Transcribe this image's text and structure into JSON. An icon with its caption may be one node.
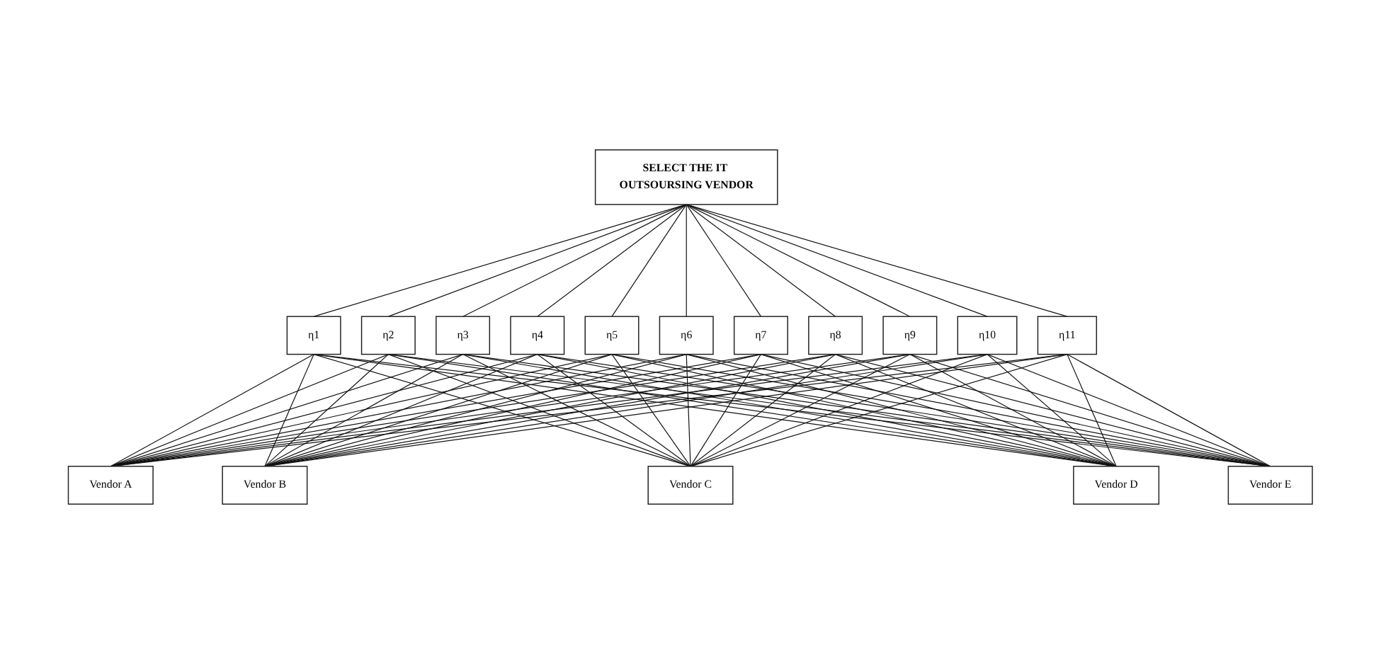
{
  "diagram": {
    "nodes": [
      {
        "text": [
          "SELECT THE IT OUTSOURSING VENDOR"
        ]
      },
      {
        "text": [
          "η1"
        ]
      },
      {
        "text": [
          "η2"
        ]
      },
      {
        "text": [
          "η3"
        ]
      },
      {
        "text": [
          "η4"
        ]
      },
      {
        "text": [
          "η5"
        ]
      },
      {
        "text": [
          "η6"
        ]
      },
      {
        "text": [
          "η7"
        ]
      },
      {
        "text": [
          "η8"
        ]
      },
      {
        "text": [
          "η9"
        ]
      },
      {
        "text": [
          "η10"
        ]
      },
      {
        "text": [
          "η11"
        ]
      },
      {
        "text": [
          "Vendor A"
        ]
      },
      {
        "text": [
          "Vendor B"
        ]
      },
      {
        "text": [
          "Vendor C"
        ]
      },
      {
        "text": [
          "Vendor D"
        ]
      },
      {
        "text": [
          "Vendor E"
        ]
      }
    ],
    "edges": [
      {
        "from": 0,
        "to": 1,
        "arrow": "none"
      },
      {
        "from": 0,
        "to": 2,
        "arrow": "none"
      },
      {
        "from": 0,
        "to": 3,
        "arrow": "none"
      },
      {
        "from": 0,
        "to": 4,
        "arrow": "none"
      },
      {
        "from": 0,
        "to": 5,
        "arrow": "none"
      },
      {
        "from": 0,
        "to": 6,
        "arrow": "none"
      },
      {
        "from": 0,
        "to": 7,
        "arrow": "none"
      },
      {
        "from": 0,
        "to": 8,
        "arrow": "none"
      },
      {
        "from": 0,
        "to": 9,
        "arrow": "none"
      },
      {
        "from": 0,
        "to": 10,
        "arrow": "none"
      },
      {
        "from": 0,
        "to": 11,
        "arrow": "none"
      },
      {
        "from": 1,
        "to": 12,
        "arrow": "none"
      },
      {
        "from": 1,
        "to": 13,
        "arrow": "none"
      },
      {
        "from": 1,
        "to": 14,
        "arrow": "none"
      },
      {
        "from": 1,
        "to": 15,
        "arrow": "none"
      },
      {
        "from": 1,
        "to": 16,
        "arrow": "none"
      },
      {
        "from": 2,
        "to": 12,
        "arrow": "none"
      },
      {
        "from": 2,
        "to": 13,
        "arrow": "none"
      },
      {
        "from": 2,
        "to": 14,
        "arrow": "none"
      },
      {
        "from": 2,
        "to": 15,
        "arrow": "none"
      },
      {
        "from": 2,
        "to": 16,
        "arrow": "none"
      },
      {
        "from": 3,
        "to": 12,
        "arrow": "none"
      },
      {
        "from": 3,
        "to": 13,
        "arrow": "none"
      },
      {
        "from": 3,
        "to": 14,
        "arrow": "none"
      },
      {
        "from": 3,
        "to": 15,
        "arrow": "none"
      },
      {
        "from": 3,
        "to": 16,
        "arrow": "none"
      },
      {
        "from": 4,
        "to": 12,
        "arrow": "none"
      },
      {
        "from": 4,
        "to": 13,
        "arrow": "none"
      },
      {
        "from": 4,
        "to": 14,
        "arrow": "none"
      },
      {
        "from": 4,
        "to": 15,
        "arrow": "none"
      },
      {
        "from": 4,
        "to": 16,
        "arrow": "none"
      },
      {
        "from": 5,
        "to": 12,
        "arrow": "none"
      },
      {
        "from": 5,
        "to": 13,
        "arrow": "none"
      },
      {
        "from": 5,
        "to": 14,
        "arrow": "none"
      },
      {
        "from": 5,
        "to": 15,
        "arrow": "none"
      },
      {
        "from": 5,
        "to": 16,
        "arrow": "none"
      },
      {
        "from": 6,
        "to": 12,
        "arrow": "none"
      },
      {
        "from": 6,
        "to": 13,
        "arrow": "none"
      },
      {
        "from": 6,
        "to": 14,
        "arrow": "none"
      },
      {
        "from": 6,
        "to": 15,
        "arrow": "none"
      },
      {
        "from": 6,
        "to": 16,
        "arrow": "none"
      },
      {
        "from": 7,
        "to": 12,
        "arrow": "none"
      },
      {
        "from": 7,
        "to": 13,
        "arrow": "none"
      },
      {
        "from": 7,
        "to": 14,
        "arrow": "none"
      },
      {
        "from": 7,
        "to": 15,
        "arrow": "none"
      },
      {
        "from": 7,
        "to": 16,
        "arrow": "none"
      },
      {
        "from": 8,
        "to": 12,
        "arrow": "none"
      },
      {
        "from": 8,
        "to": 13,
        "arrow": "none"
      },
      {
        "from": 8,
        "to": 14,
        "arrow": "none"
      },
      {
        "from": 8,
        "to": 15,
        "arrow": "none"
      },
      {
        "from": 8,
        "to": 16,
        "arrow": "none"
      },
      {
        "from": 9,
        "to": 12,
        "arrow": "none"
      },
      {
        "from": 9,
        "to": 13,
        "arrow": "none"
      },
      {
        "from": 9,
        "to": 14,
        "arrow": "none"
      },
      {
        "from": 9,
        "to": 15,
        "arrow": "none"
      },
      {
        "from": 9,
        "to": 16,
        "arrow": "none"
      },
      {
        "from": 10,
        "to": 12,
        "arrow": "none"
      },
      {
        "from": 10,
        "to": 13,
        "arrow": "none"
      },
      {
        "from": 10,
        "to": 14,
        "arrow": "none"
      },
      {
        "from": 10,
        "to": 15,
        "arrow": "none"
      },
      {
        "from": 10,
        "to": 16,
        "arrow": "none"
      },
      {
        "from": 11,
        "to": 12,
        "arrow": "none"
      },
      {
        "from": 11,
        "to": 13,
        "arrow": "none"
      },
      {
        "from": 11,
        "to": 14,
        "arrow": "none"
      },
      {
        "from": 11,
        "to": 15,
        "arrow": "none"
      },
      {
        "from": 11,
        "to": 16,
        "arrow": "none"
      }
    ]
  }
}
